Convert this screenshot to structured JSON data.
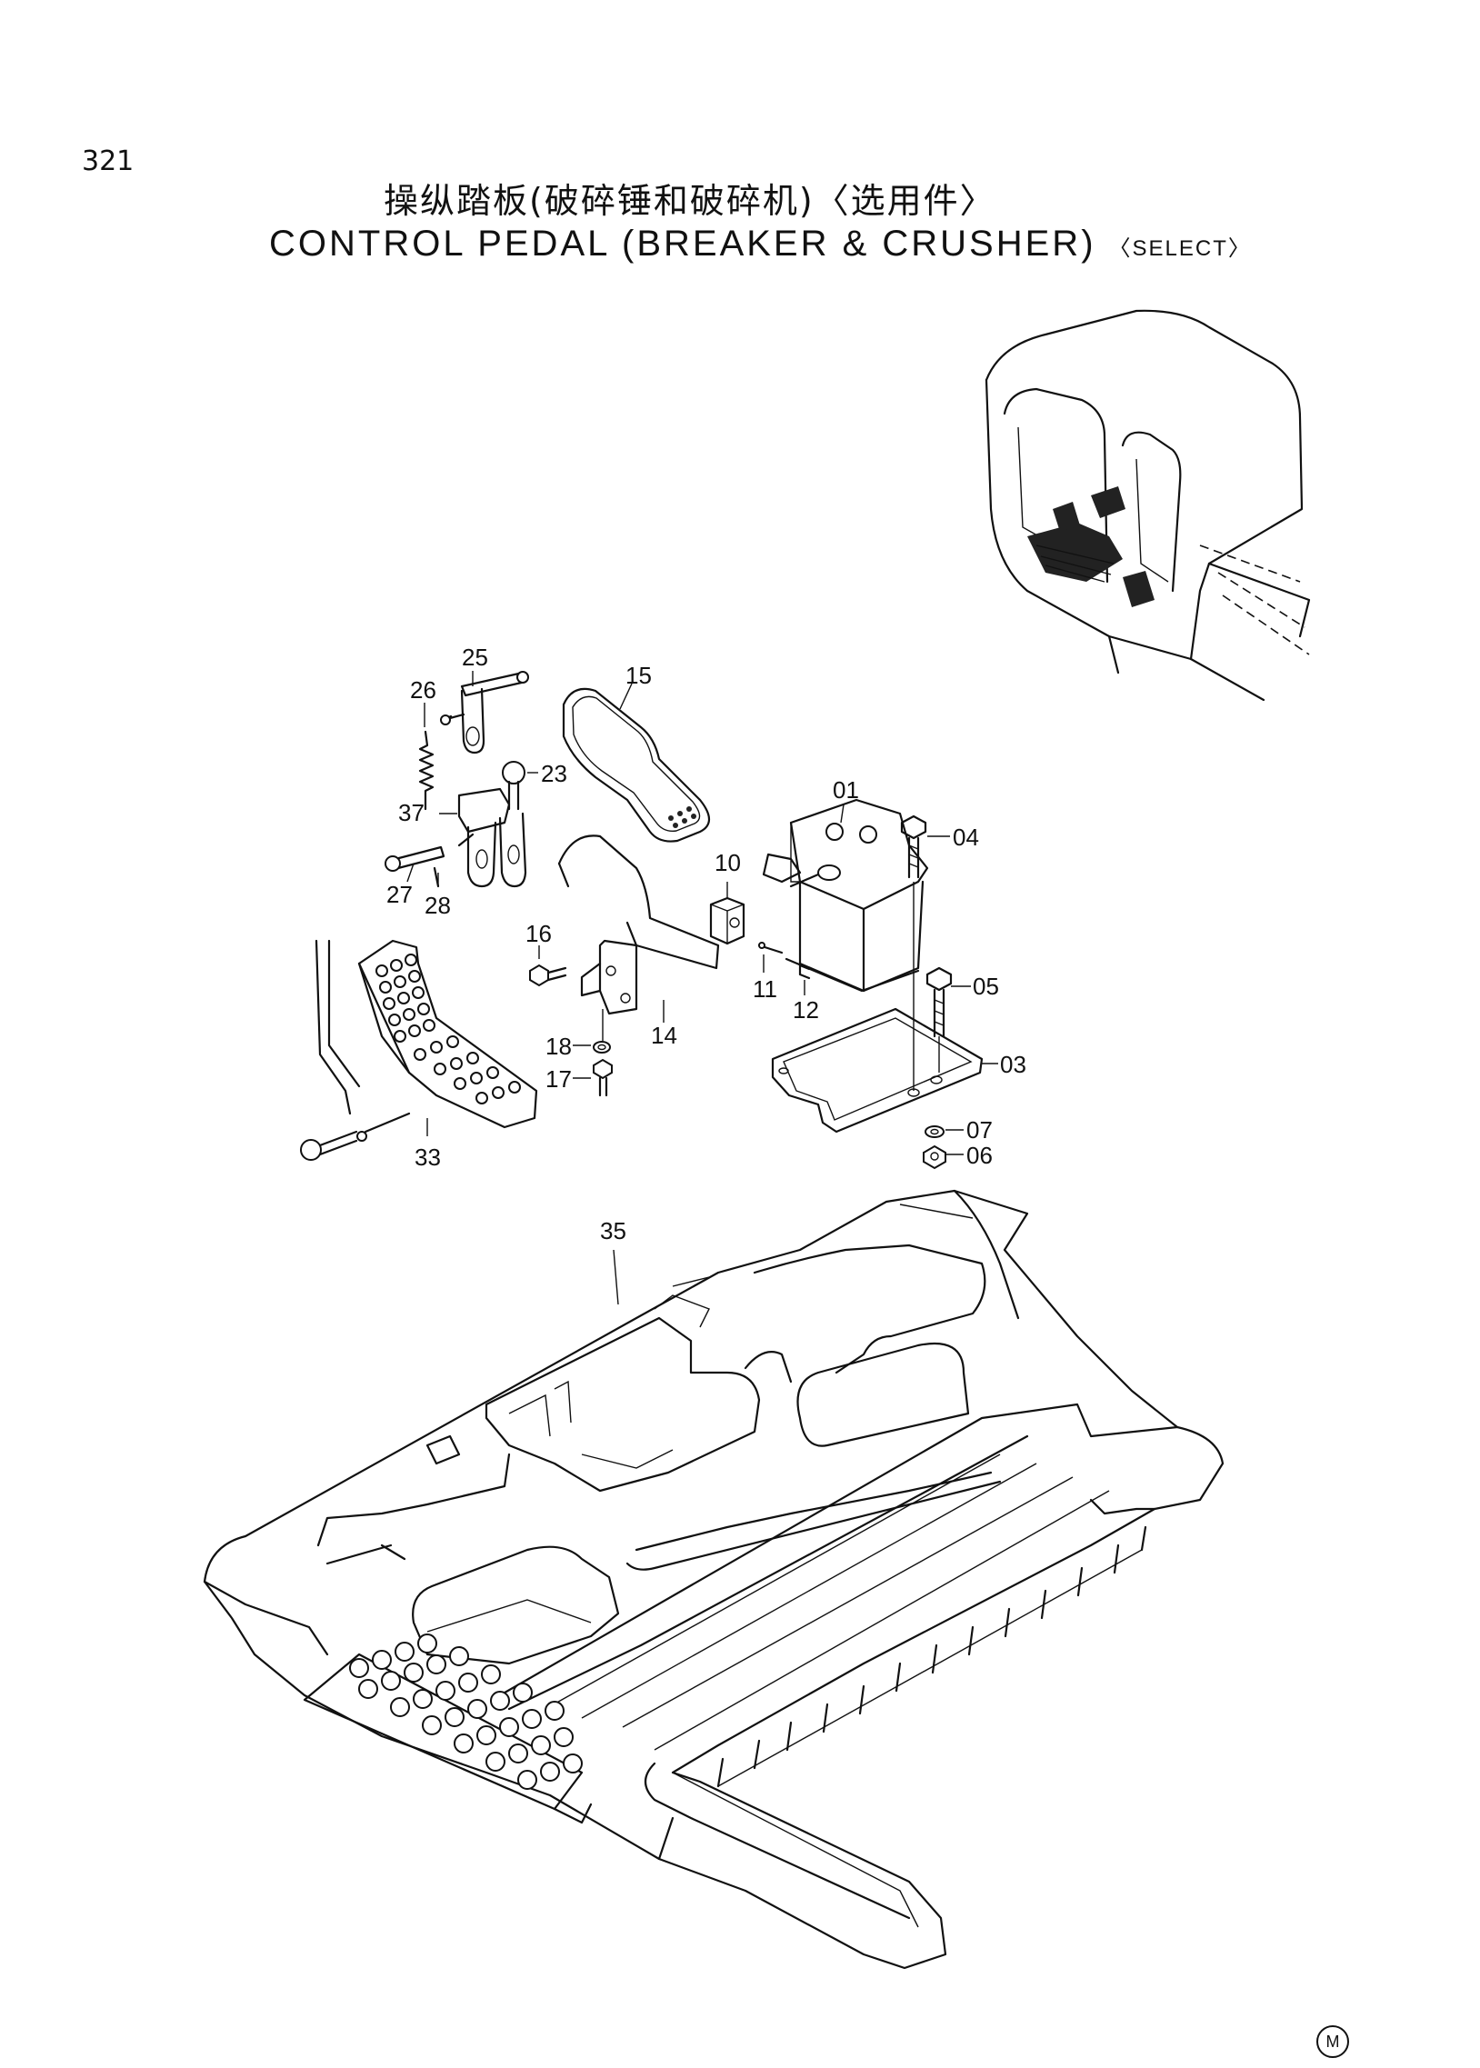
{
  "header": {
    "page_number": "321",
    "title_cn": "操纵踏板(破碎锤和破碎机)〈选用件〉",
    "title_en": "CONTROL PEDAL (BREAKER & CRUSHER)",
    "title_en_suffix": "〈SELECT〉"
  },
  "parts": {
    "p01": "01",
    "p03": "03",
    "p04": "04",
    "p05": "05",
    "p06": "06",
    "p07": "07",
    "p10": "10",
    "p11": "11",
    "p12": "12",
    "p14": "14",
    "p15": "15",
    "p16": "16",
    "p17": "17",
    "p18": "18",
    "p23": "23",
    "p25": "25",
    "p26": "26",
    "p27": "27",
    "p28": "28",
    "p33": "33",
    "p35": "35",
    "p37": "37"
  },
  "footer": {
    "mark": "M"
  }
}
